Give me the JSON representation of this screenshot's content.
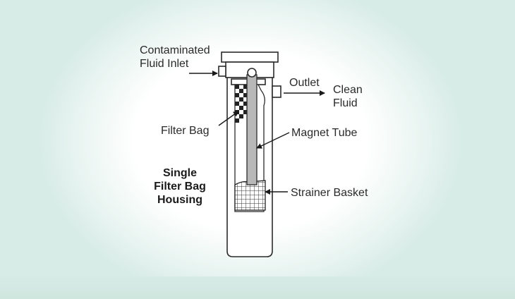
{
  "labels": {
    "inlet_line1": "Contaminated",
    "inlet_line2": "Fluid Inlet",
    "outlet": "Outlet",
    "clean_line1": "Clean",
    "clean_line2": "Fluid",
    "filter_bag": "Filter Bag",
    "magnet_tube": "Magnet Tube",
    "strainer_basket": "Strainer Basket"
  },
  "title": {
    "line1": "Single",
    "line2": "Filter Bag",
    "line3": "Housing"
  },
  "colors": {
    "outline": "#2b2b2b",
    "magnet_tube": "#b8b8b8",
    "mesh": "#333333",
    "background_tint": "#d8ece7"
  }
}
